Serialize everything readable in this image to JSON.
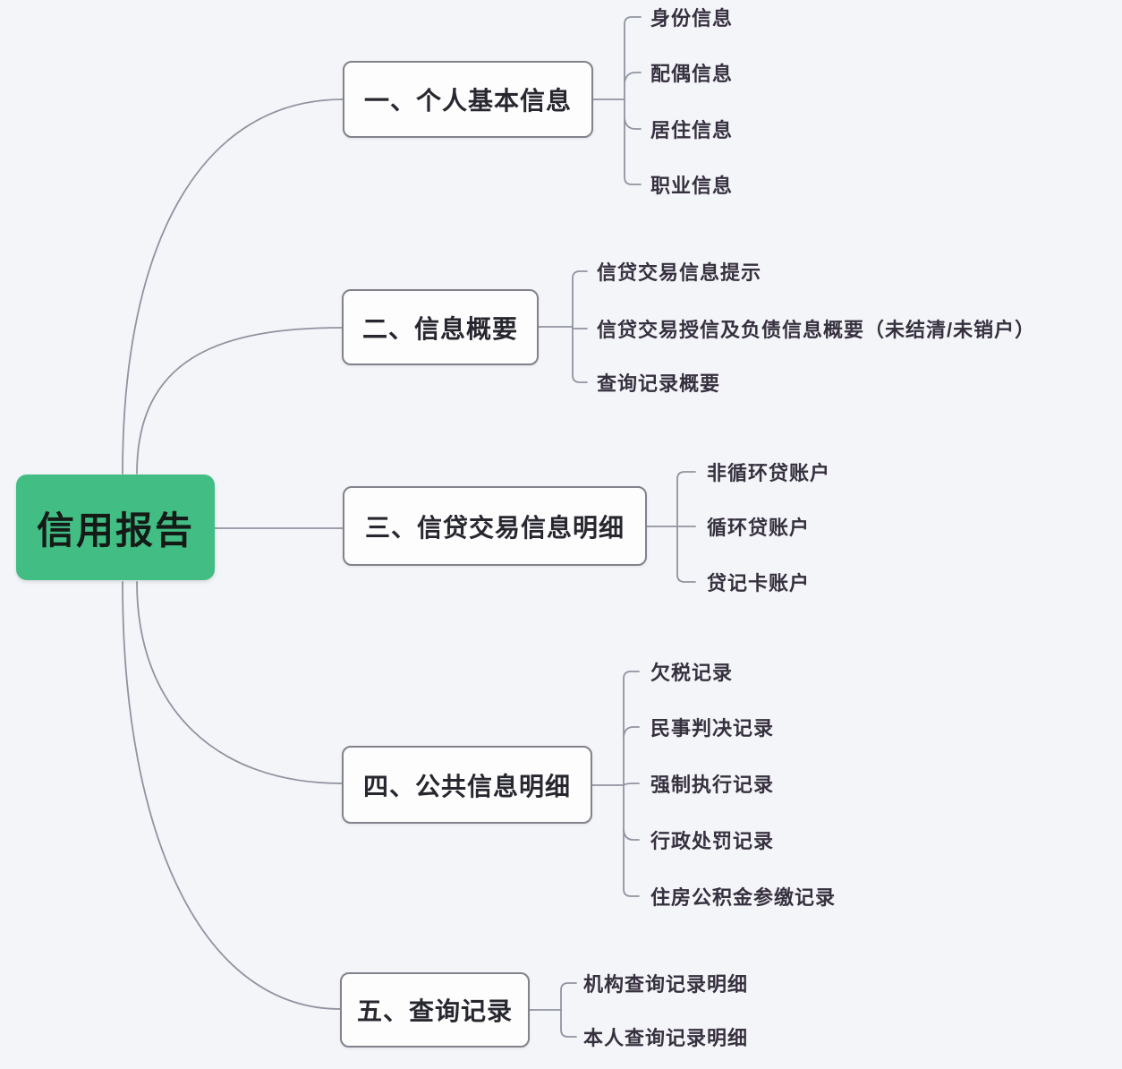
{
  "root": {
    "label": "信用报告"
  },
  "branches": [
    {
      "label": "一、个人基本信息",
      "children": [
        "身份信息",
        "配偶信息",
        "居住信息",
        "职业信息"
      ]
    },
    {
      "label": "二、信息概要",
      "children": [
        "信贷交易信息提示",
        "信贷交易授信及负债信息概要（未结清/未销户）",
        "查询记录概要"
      ]
    },
    {
      "label": "三、信贷交易信息明细",
      "children": [
        "非循环贷账户",
        "循环贷账户",
        "贷记卡账户"
      ]
    },
    {
      "label": "四、公共信息明细",
      "children": [
        "欠税记录",
        "民事判决记录",
        "强制执行记录",
        "行政处罚记录",
        "住房公积金参缴记录"
      ]
    },
    {
      "label": "五、查询记录",
      "children": [
        "机构查询记录明细",
        "本人查询记录明细"
      ]
    }
  ],
  "colors": {
    "root_fill": "#42be85",
    "background": "#f4f5f9",
    "connector": "#9094a0",
    "branch_border": "#82828c",
    "text": "#37313f"
  }
}
